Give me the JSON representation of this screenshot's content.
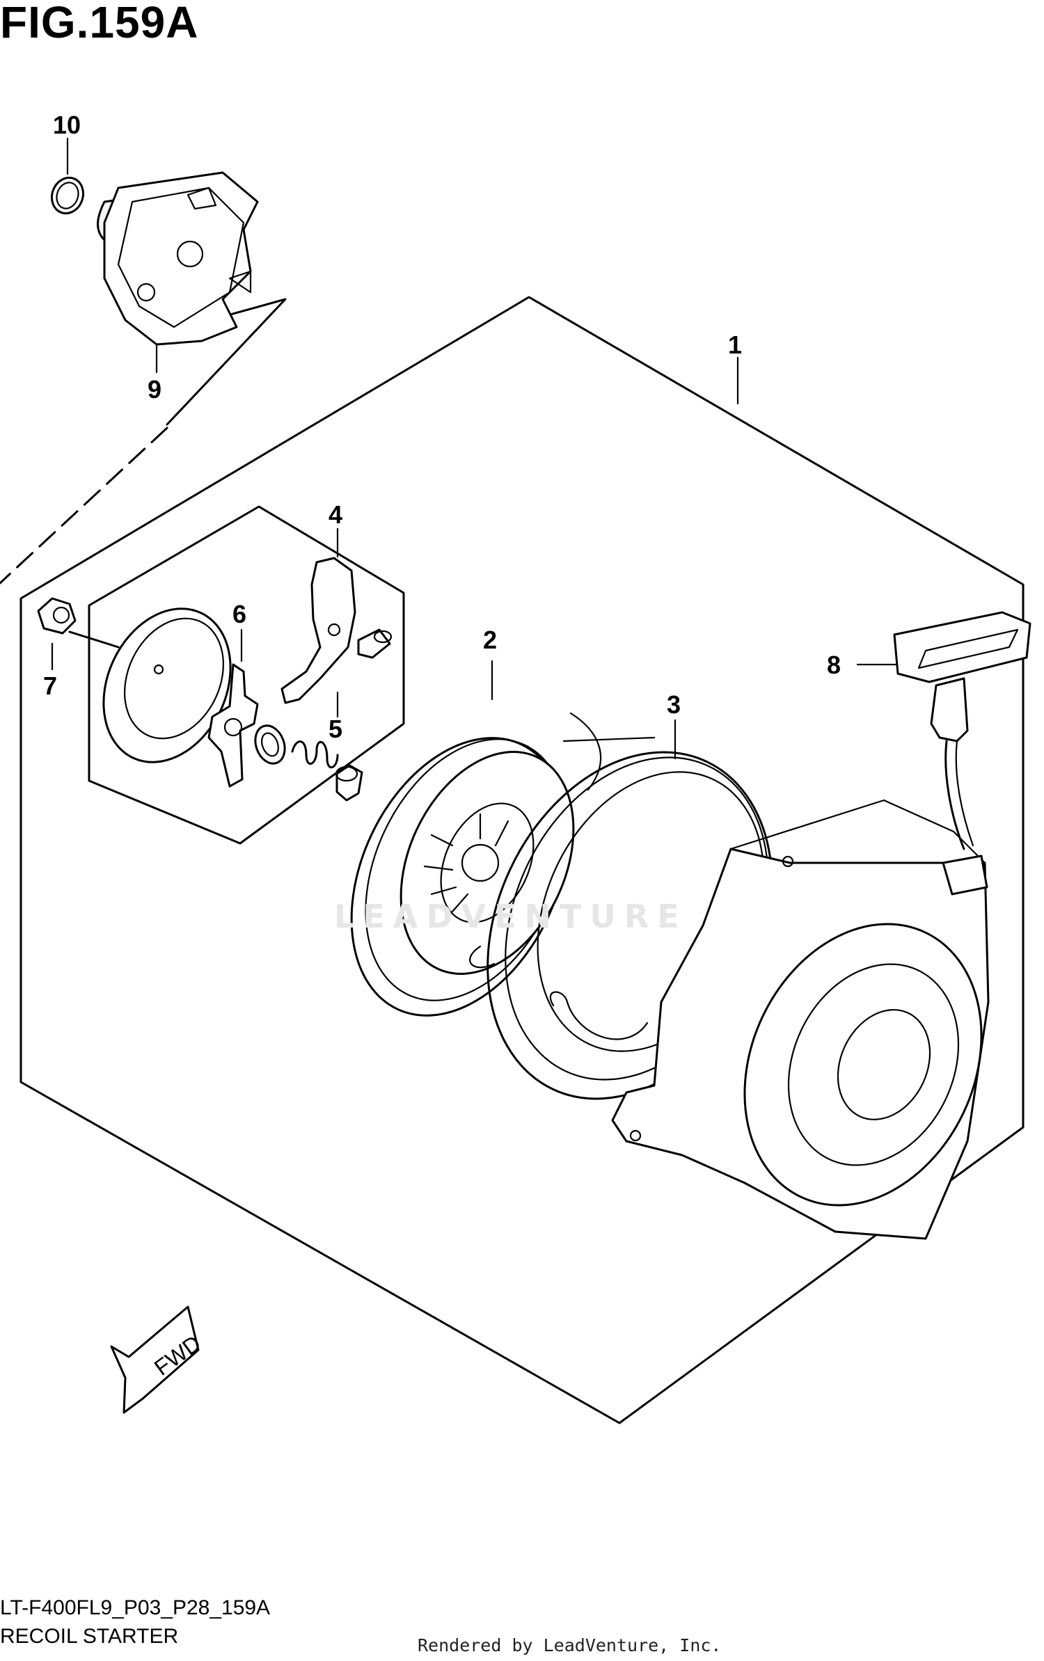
{
  "figure": {
    "title": "FIG.159A",
    "code": "LT-F400FL9_P03_P28_159A",
    "section": "RECOIL STARTER",
    "credit": "Rendered by LeadVenture, Inc.",
    "watermark": "LEADVENTURE",
    "fwd_label": "FWD"
  },
  "callouts": [
    {
      "id": "1",
      "part": "starter-assembly"
    },
    {
      "id": "2",
      "part": "reel"
    },
    {
      "id": "3",
      "part": "recoil-spring"
    },
    {
      "id": "4",
      "part": "ratchet-pawl"
    },
    {
      "id": "5",
      "part": "pawl-spring"
    },
    {
      "id": "6",
      "part": "friction-plate"
    },
    {
      "id": "7",
      "part": "nut"
    },
    {
      "id": "8",
      "part": "handle"
    },
    {
      "id": "9",
      "part": "driven-pulley"
    },
    {
      "id": "10",
      "part": "o-ring"
    }
  ]
}
